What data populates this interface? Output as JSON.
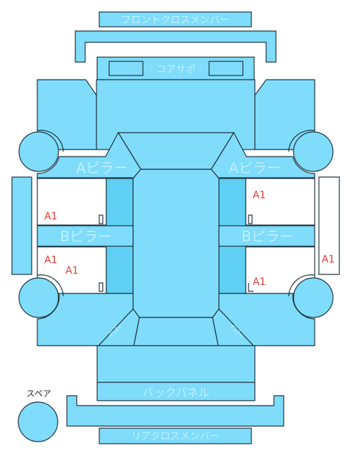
{
  "parts": {
    "front_cross_member": "フロントクロスメンバー",
    "core_support": "コアサポ",
    "a_pillar_left": "Aピラー",
    "a_pillar_right": "Aピラー",
    "b_pillar_left": "Bピラー",
    "b_pillar_right": "Bピラー",
    "in_left": "ｲﾝﾅｰ",
    "in_right": "ｲﾝﾅｰ",
    "back_panel": "バックパネル",
    "rear_cross_member": "リアクロスメンバー",
    "spare": "スペア"
  },
  "marks": [
    {
      "name": "front-right-door-mark",
      "label": "A1"
    },
    {
      "name": "left-front-door-mark",
      "label": "A1"
    },
    {
      "name": "left-rear-door-mark-1",
      "label": "A1"
    },
    {
      "name": "left-rear-door-mark-2",
      "label": "A1"
    },
    {
      "name": "right-rear-door-mark",
      "label": "A1"
    },
    {
      "name": "right-side-mark",
      "label": "A1"
    }
  ]
}
